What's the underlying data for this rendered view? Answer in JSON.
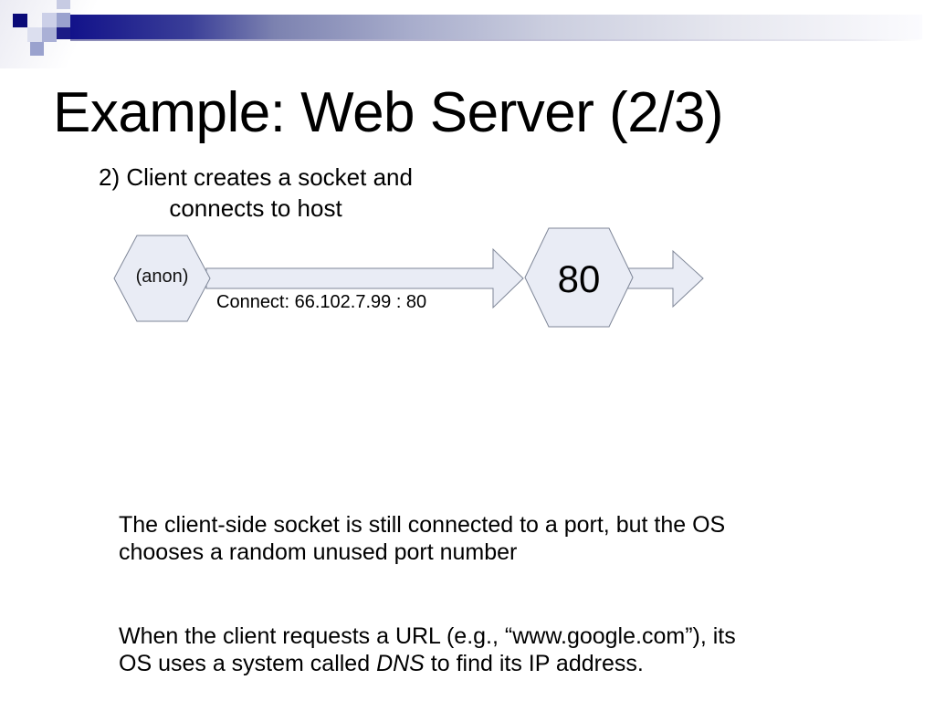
{
  "slide": {
    "title": "Example: Web Server (2/3)",
    "subtitle": {
      "line1": "2) Client creates a socket and",
      "line2": "connects to host"
    },
    "diagram": {
      "client_socket_label": "(anon)",
      "connect_label": "Connect: 66.102.7.99 : 80",
      "server_port_label": "80"
    },
    "paragraph1": "The client-side socket is still connected to a port, but the OS\nchooses a random unused port number",
    "paragraph2": {
      "prefix": "When the client requests a URL (e.g., “www.google.com”), its\nOS uses a system called ",
      "italic": "DNS",
      "suffix": " to find its IP address."
    },
    "colors": {
      "accent_navy": "#12128a",
      "shape_fill": "#e9ecf5",
      "shape_stroke": "#7e8697",
      "mosaic_dark": "#0a0a78",
      "mosaic_light": "#ccd0e8",
      "mosaic_medium": "#9aa2ce",
      "mosaic_pale": "#dcdfef"
    }
  }
}
